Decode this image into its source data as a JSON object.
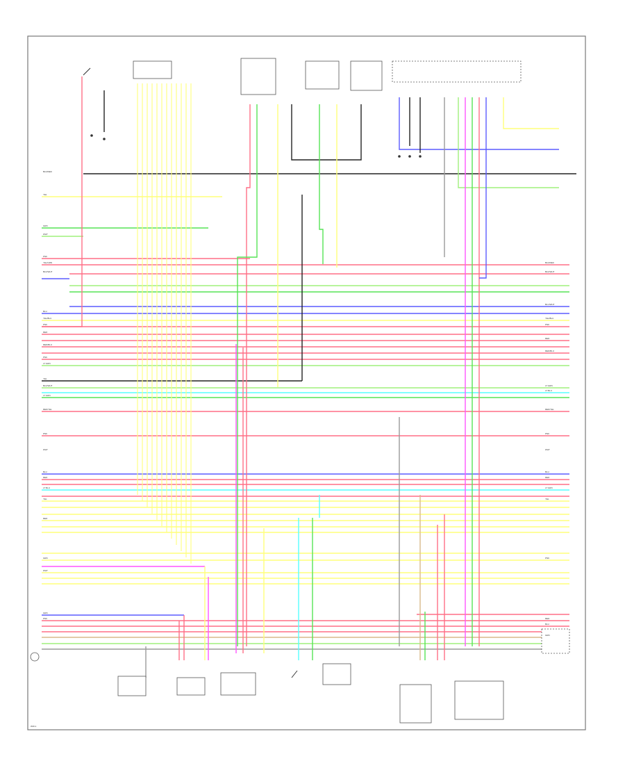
{
  "diagram": {
    "colors": {
      "red": "#ff6f86",
      "pink": "#ff9ad0",
      "yellow": "#ffff7a",
      "green": "#55e455",
      "light_green": "#9ff07c",
      "blue": "#5b5bff",
      "cyan": "#55ffff",
      "magenta": "#ff55ff",
      "black": "#222222",
      "tan": "#d9b98a",
      "gray": "#9a9a9a",
      "frame": "#555555"
    },
    "left_labels": [
      "BLK/RED",
      "YEL",
      "GRN",
      "WHT",
      "PNK",
      "YEL/GRN",
      "BLK/WHT",
      "BLU",
      "YEL/BLU",
      "PNK",
      "RED",
      "RED/BLU",
      "PNK",
      "LT GRN",
      "YEL",
      "BLK/WHT",
      "LT GRN",
      "RED/YEL",
      "PNK",
      "WHT",
      "BLU",
      "RED",
      "LT BLU",
      "YEL",
      "RED",
      "GRN",
      "WHT",
      "GRN",
      "PNK"
    ],
    "right_labels": [
      "BLK/RED",
      "BLK/WHT",
      "BLU/WHT",
      "YEL/BLU",
      "PNK",
      "RED",
      "RED/BLU",
      "LT GRN",
      "LT BLU",
      "RED/YEL",
      "PNK",
      "WHT",
      "BLU",
      "RED",
      "LT GRN",
      "YEL",
      "PNK",
      "RED",
      "BLU",
      "GRN"
    ],
    "footer_code": "WW-1"
  }
}
